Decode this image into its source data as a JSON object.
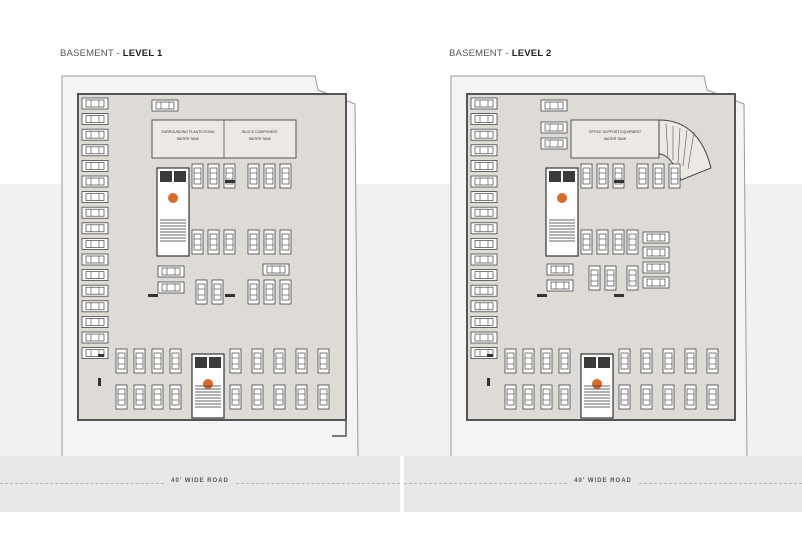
{
  "levels": [
    {
      "prefix": "BASEMENT -",
      "level": "LEVEL 1",
      "shaft_labels": [
        "SURROUNDING PLANTS ROOM",
        "BLOCK COMPONENT"
      ],
      "shaft_sublabels": [
        "WATER TANK",
        "WATER TANK"
      ]
    },
    {
      "prefix": "BASEMENT -",
      "level": "LEVEL 2",
      "shaft_labels": [
        "OFFICE SUPPORT EQUIPMENT"
      ],
      "shaft_sublabels": [
        "WATER TANK"
      ]
    }
  ],
  "road": {
    "label": "40' WIDE ROAD"
  },
  "colors": {
    "floor": "#dedbd6",
    "outer": "#f4f4f4",
    "wall": "#555555",
    "stair_marker": "#d9692d"
  }
}
